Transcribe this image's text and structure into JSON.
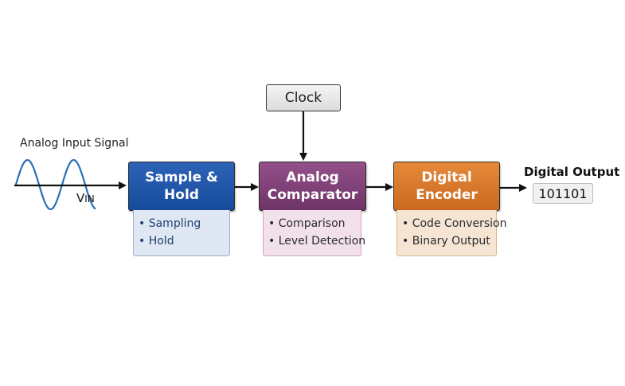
{
  "input": {
    "label": "Analog Input Signal",
    "vin_main": "V",
    "vin_sub": "IN"
  },
  "clock": {
    "label": "Clock"
  },
  "blocks": [
    {
      "line1": "Sample &",
      "line2": "Hold",
      "items": [
        "Sampling",
        "Hold"
      ],
      "color": "#1f56a8"
    },
    {
      "line1": "Analog",
      "line2": "Comparator",
      "items": [
        "Comparison",
        "Level Detection"
      ],
      "color": "#804277"
    },
    {
      "line1": "Digital",
      "line2": "Encoder",
      "items": [
        "Code Conversion",
        "Binary Output"
      ],
      "color": "#d77a2c"
    }
  ],
  "output": {
    "title": "Digital Output",
    "value": "101101"
  },
  "colors": {
    "wave": "#2a6fb5",
    "line": "#111111"
  }
}
